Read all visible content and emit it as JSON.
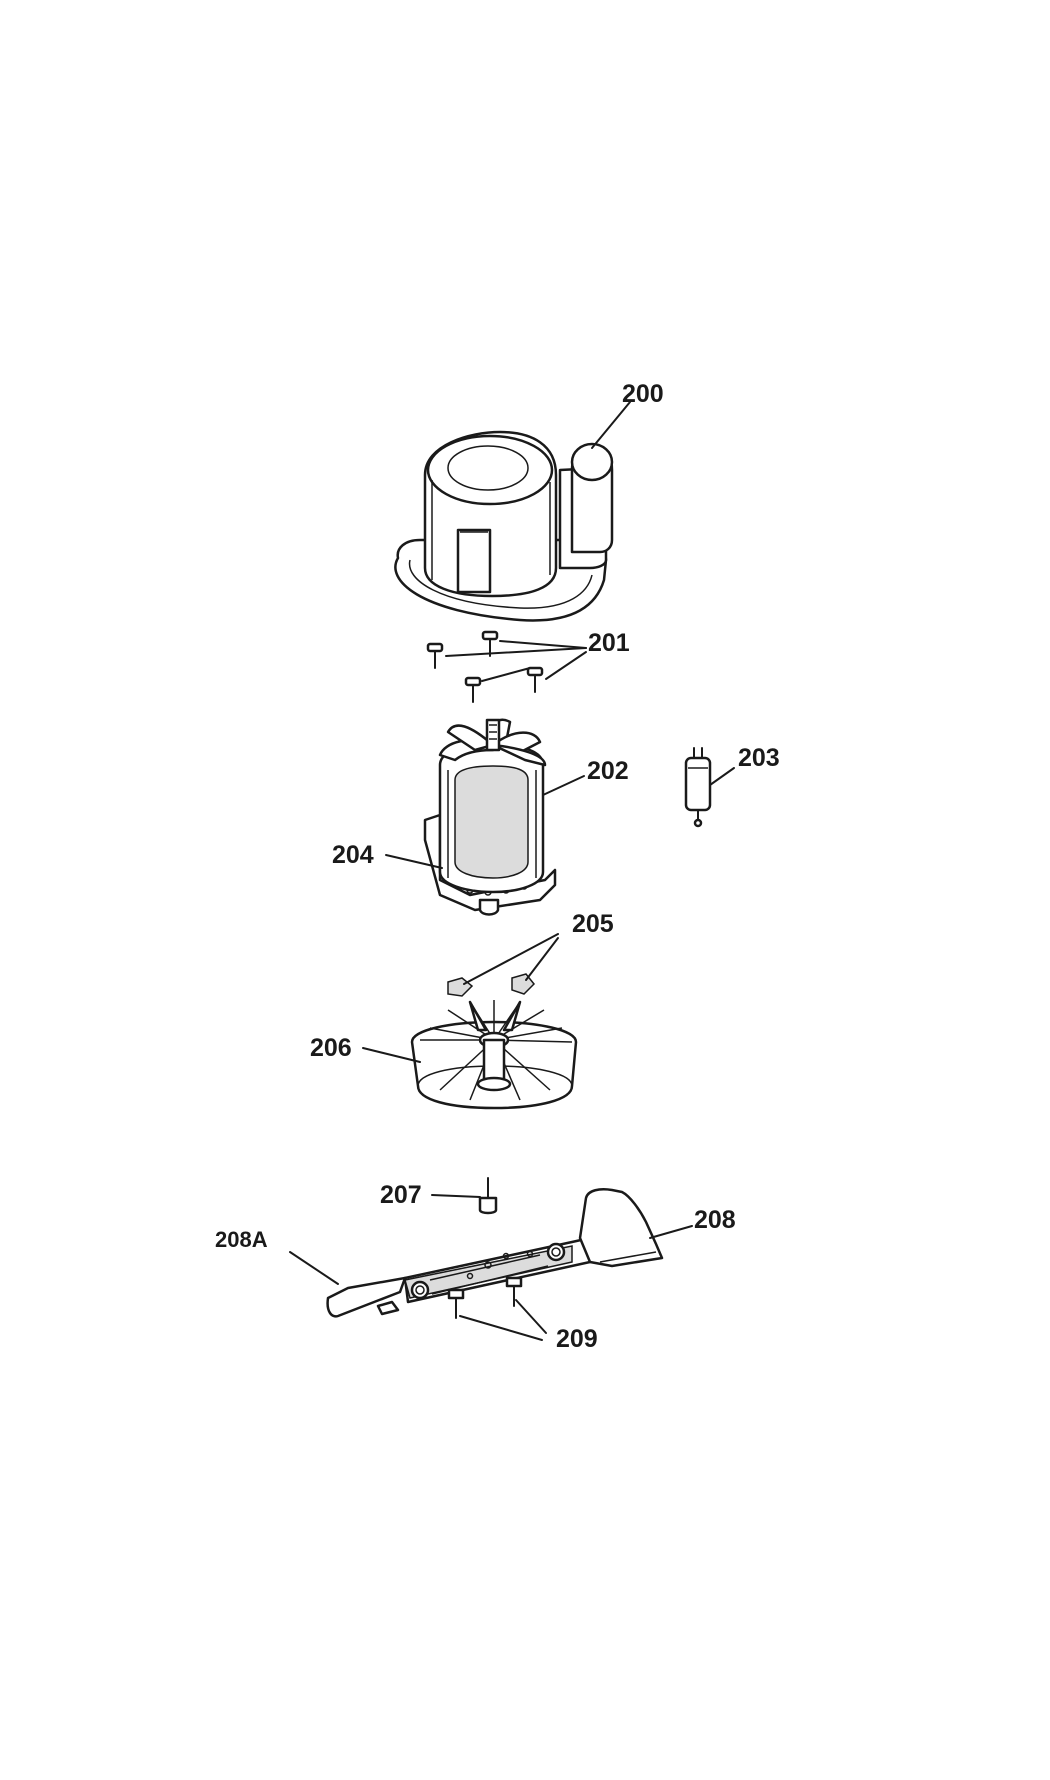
{
  "parts": [
    {
      "id": "200",
      "label": "200",
      "name": "motor-cover"
    },
    {
      "id": "201",
      "label": "201",
      "name": "cover-screws"
    },
    {
      "id": "202",
      "label": "202",
      "name": "motor"
    },
    {
      "id": "203",
      "label": "203",
      "name": "capacitor"
    },
    {
      "id": "204",
      "label": "204",
      "name": "motor-mount"
    },
    {
      "id": "205",
      "label": "205",
      "name": "nuts"
    },
    {
      "id": "206",
      "label": "206",
      "name": "fan"
    },
    {
      "id": "207",
      "label": "207",
      "name": "blade-bolt"
    },
    {
      "id": "208",
      "label": "208",
      "name": "blade"
    },
    {
      "id": "208A",
      "label": "208A",
      "name": "blade-adapter"
    },
    {
      "id": "209",
      "label": "209",
      "name": "blade-screws"
    }
  ]
}
